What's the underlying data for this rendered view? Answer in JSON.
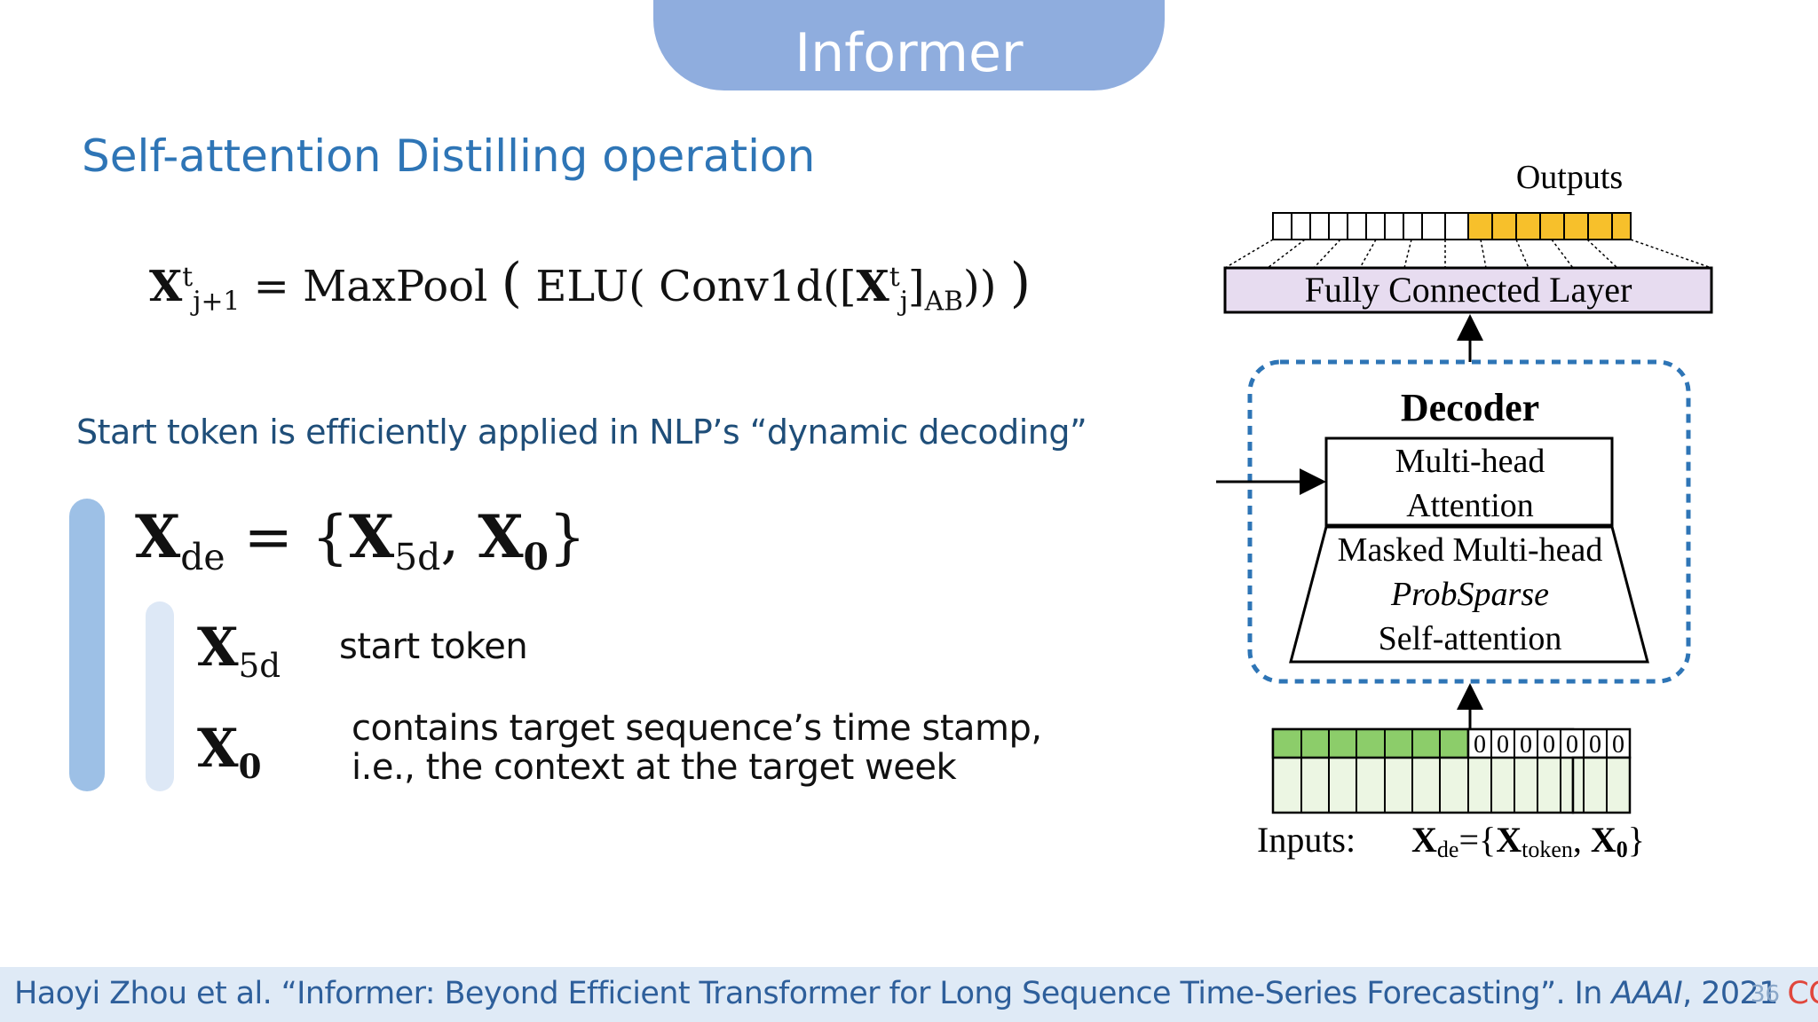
{
  "slide": {
    "title": "Informer",
    "section_title": "Self-attention Distilling operation",
    "equation": {
      "x": "X",
      "lhs_sup": "t",
      "lhs_sub": "j+1",
      "equals": "=",
      "maxpool": "MaxPool",
      "elu": "ELU(",
      "conv": "Conv1d([",
      "rhs_sup": "t",
      "rhs_sub": "j",
      "ab_sub": "AB",
      "close1": "]",
      "close2": "))"
    },
    "start_token_note": "Start token is efficiently applied in NLP’s “dynamic decoding”",
    "xde_equation": {
      "x": "X",
      "de_sub": "de",
      "equals": "=",
      "open_brace": "{",
      "x5d_sub": "5d",
      "comma": ",",
      "x0_sub": "0",
      "close_brace": "}"
    },
    "x5d_label": {
      "x": "X",
      "sub": "5d"
    },
    "x5d_desc": "start token",
    "x0_label": {
      "x": "X",
      "sub": "0"
    },
    "x0_desc_line1": "contains target sequence’s time stamp,",
    "x0_desc_line2": "i.e., the context at the target week",
    "footer": {
      "citation": "Haoyi Zhou et al. “Informer: Beyond Efficient Transformer for Long Sequence Time-Series Forecasting”. In ",
      "venue": "AAAI",
      "year": ", 2021 ",
      "rank": "CCF-A",
      "page_number": "36"
    }
  },
  "diagram": {
    "outputs_label": "Outputs",
    "fc_layer_label": "Fully Connected Layer",
    "decoder_label": "Decoder",
    "mha_line1": "Multi-head",
    "mha_line2": "Attention",
    "masked_line1": "Masked Multi-head",
    "masked_line2": "ProbSparse",
    "masked_line3": "Self-attention",
    "inputs_label": "Inputs:",
    "zero_label": "0",
    "input_formula": {
      "x": "X",
      "de": "de",
      "eq": "={",
      "token": "token",
      "comma": ", ",
      "zero": "0",
      "close": "}"
    },
    "colors": {
      "output_filled": "#f7c02b",
      "fc_fill": "#e7dcf0",
      "decoder_border": "#2e75b6",
      "token_green": "#8ccd6a",
      "input_light": "#ecf6e3"
    }
  }
}
